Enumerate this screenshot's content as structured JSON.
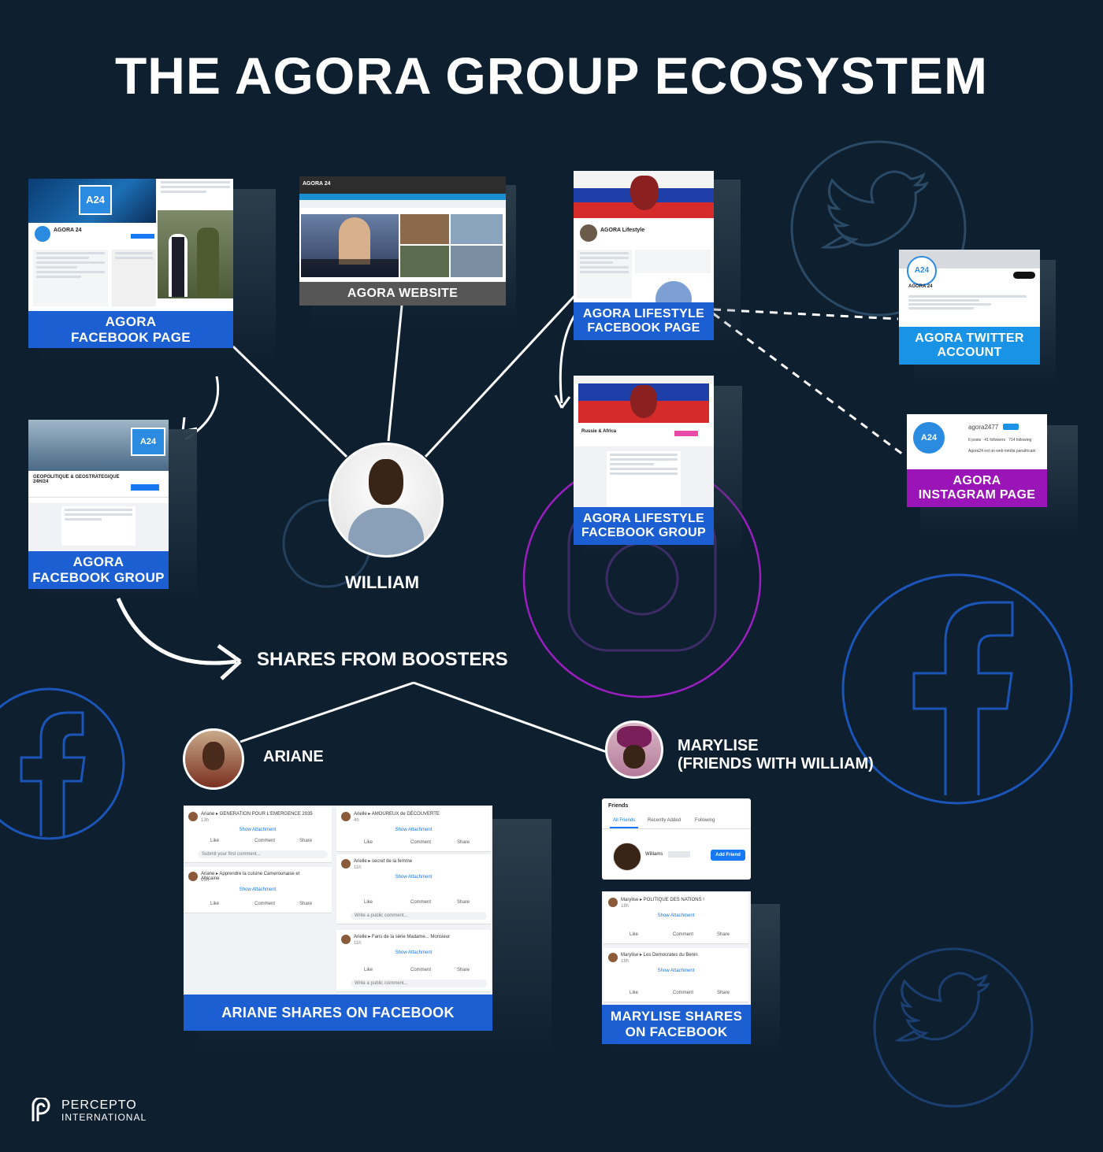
{
  "title": "THE AGORA GROUP ECOSYSTEM",
  "nodes": {
    "fb_page": "AGORA\nFACEBOOK PAGE",
    "website": "AGORA WEBSITE",
    "lifestyle_page": "AGORA LIFESTYLE\nFACEBOOK PAGE",
    "twitter": "AGORA TWITTER\nACCOUNT",
    "fb_group": "AGORA\nFACEBOOK GROUP",
    "lifestyle_group": "AGORA LIFESTYLE\nFACEBOOK GROUP",
    "instagram": "AGORA\nINSTAGRAM PAGE",
    "ariane_shares": "ARIANE SHARES ON FACEBOOK",
    "marylise_shares": "MARYLISE SHARES\nON FACEBOOK"
  },
  "people": {
    "center": "WILLIAM",
    "ariane": "ARIANE",
    "marylise": "MARYLISE\n(FRIENDS WITH WILLIAM)"
  },
  "shares_label": "SHARES FROM BOOSTERS",
  "screens": {
    "fb_page_name": "AGORA 24",
    "lifestyle_name": "AGORA Lifestyle",
    "twitter_name": "AGORA 24",
    "instagram_handle": "agora2477",
    "instagram_stats": "6 posts   41 followers   714 following",
    "instagram_bio": "Agora24 est un web média panafricain",
    "group_name": "GEOPOLITIQUE & GEOSTRATEGIQUE 24H/24",
    "lifestyle_group_name": "Russie & Africa",
    "website_brand": "AGORA 24",
    "logo_mark": "A24",
    "friends_title": "Friends",
    "friends_tabs": [
      "All Friends",
      "Recently Added",
      "Following"
    ],
    "friend_name": "Williams",
    "add_friend": "Add Friend",
    "ariane_posts": [
      {
        "author": "Ariane",
        "group": "GENERATION POUR L'EMERGENCE 2035",
        "time": "13h"
      },
      {
        "author": "Ariane",
        "group": "Apprendre la cuisine Camerounaise et Africaine",
        "time": "13h"
      },
      {
        "author": "Arielle",
        "group": "AMOUREUX de DÉCOUVERTE",
        "time": "4h"
      },
      {
        "author": "Arielle",
        "group": "secret de la femme",
        "time": "11h"
      },
      {
        "author": "Arielle",
        "group": "Fans de la série Madame... Monsieur",
        "time": "11h"
      }
    ],
    "marylise_posts": [
      {
        "author": "Marylise",
        "group": "POLITIQUE DES NATIONS !",
        "time": "18h"
      },
      {
        "author": "Marylise",
        "group": "Les Democrates du Benin",
        "time": "18h"
      }
    ],
    "show_attachment": "Show Attachment",
    "like": "Like",
    "comment": "Comment",
    "share": "Share",
    "write_comment": "Write a public comment...",
    "first_comment": "Submit your first comment..."
  },
  "footer": {
    "brand": "PERCEPTO",
    "sub": "INTERNATIONAL"
  },
  "colors": {
    "background": "#0e1f2f",
    "label_blue": "#1b5fd2",
    "label_light_blue": "#1893e6",
    "label_purple": "#9b14b8",
    "label_grey": "#565656"
  }
}
